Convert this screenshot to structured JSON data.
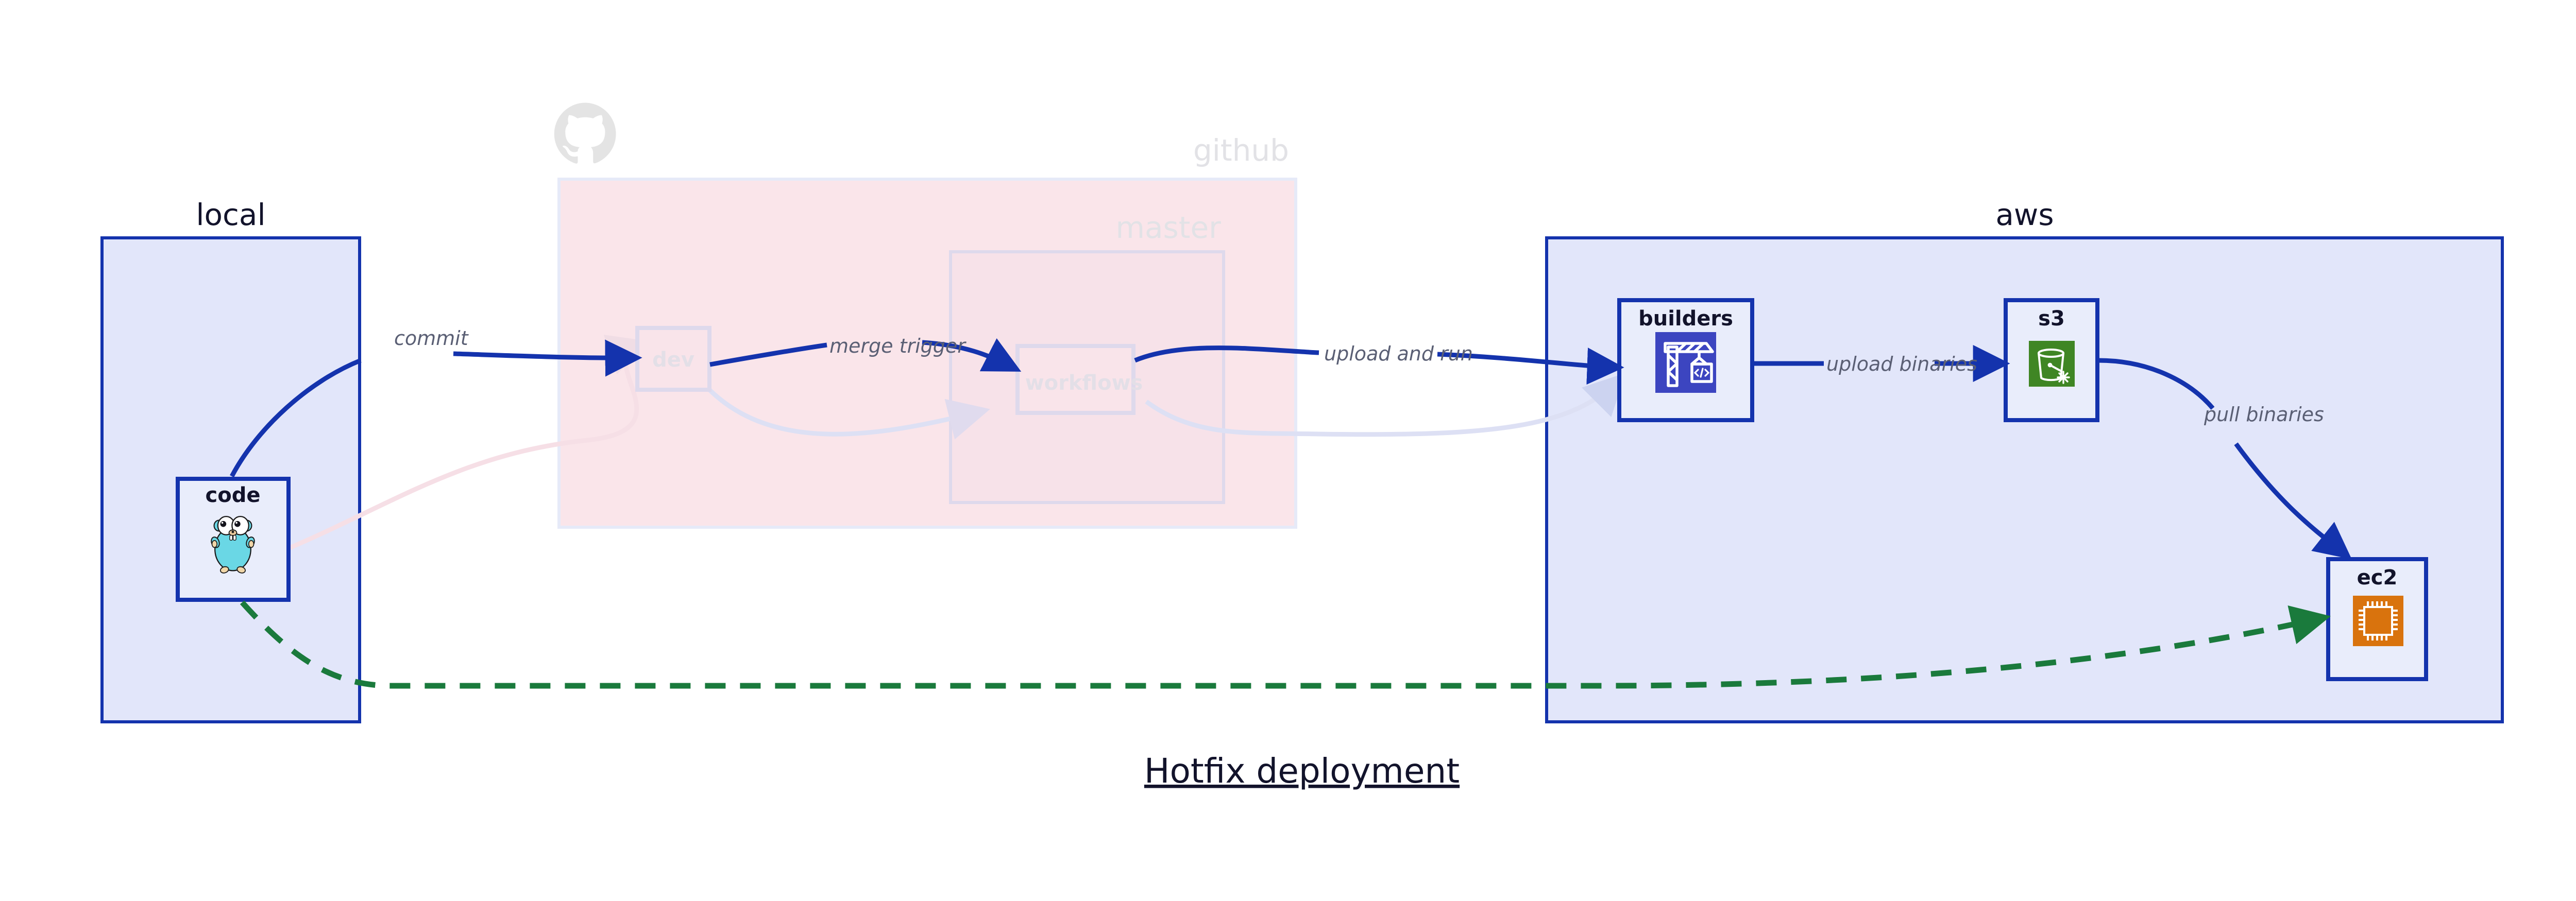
{
  "diagram": {
    "title": "Hotfix deployment",
    "type": "architecture-flow"
  },
  "clusters": [
    {
      "id": "local",
      "label": "local",
      "faded": false,
      "fill": "#e2e6fa",
      "stroke": "#1433ad"
    },
    {
      "id": "github",
      "label": "github",
      "faded": true,
      "fill": "#fae5ea",
      "stroke": "#e2e6fa"
    },
    {
      "id": "master",
      "label": "master",
      "faded": true,
      "fill": "#fae5ea",
      "stroke": "#ded9ec"
    },
    {
      "id": "aws",
      "label": "aws",
      "faded": false,
      "fill": "#e2e6fa",
      "stroke": "#1433ad"
    }
  ],
  "nodes": [
    {
      "id": "code",
      "label": "code",
      "icon": "go-gopher-icon",
      "faded": false,
      "cluster": "local"
    },
    {
      "id": "dev",
      "label": "dev",
      "icon": "none",
      "faded": true,
      "cluster": "github"
    },
    {
      "id": "workflows",
      "label": "workflows",
      "icon": "none",
      "faded": true,
      "cluster": "master"
    },
    {
      "id": "builders",
      "label": "builders",
      "icon": "aws-codebuild-icon",
      "faded": false,
      "cluster": "aws"
    },
    {
      "id": "s3",
      "label": "s3",
      "icon": "aws-s3-glacier-icon",
      "faded": false,
      "cluster": "aws"
    },
    {
      "id": "ec2",
      "label": "ec2",
      "icon": "aws-ec2-chip-icon",
      "faded": false,
      "cluster": "aws"
    }
  ],
  "edges": [
    {
      "id": "commit",
      "from": "code",
      "to": "dev",
      "label": "commit",
      "style": "solid",
      "color": "#1433ad"
    },
    {
      "id": "merge-trigger",
      "from": "dev",
      "to": "workflows",
      "label": "merge trigger",
      "style": "solid",
      "color": "#1433ad"
    },
    {
      "id": "upload-and-run",
      "from": "workflows",
      "to": "builders",
      "label": "upload and run",
      "style": "solid",
      "color": "#1433ad"
    },
    {
      "id": "upload-binaries",
      "from": "builders",
      "to": "s3",
      "label": "upload binaries",
      "style": "solid",
      "color": "#1433ad"
    },
    {
      "id": "pull-binaries",
      "from": "s3",
      "to": "ec2",
      "label": "pull binaries",
      "style": "solid",
      "color": "#1433ad"
    },
    {
      "id": "hotfix-direct",
      "from": "code",
      "to": "ec2",
      "label": "",
      "style": "dashed",
      "color": "#1a7a3c"
    },
    {
      "id": "faded-code-dev",
      "from": "code",
      "to": "dev",
      "label": "",
      "style": "faded-pink",
      "color": "#f6dfe6"
    },
    {
      "id": "faded-dev-wf",
      "from": "dev",
      "to": "workflows",
      "label": "",
      "style": "faded-pink",
      "color": "#e6dfee"
    },
    {
      "id": "faded-wf-build",
      "from": "workflows",
      "to": "builders",
      "label": "",
      "style": "faded-blue",
      "color": "#dde0f4"
    }
  ],
  "colors": {
    "background": "#ffffff",
    "accent_blue": "#1433ad",
    "local_fill": "#e2e6fa",
    "aws_fill": "#e2e6fa",
    "github_fill": "#fae5ea",
    "node_fill": "#e9edfb",
    "green_dashed": "#1a7a3c",
    "label_gray": "#5a5f74",
    "title_dark": "#12132b",
    "codebuild_blue": "#3c45c0",
    "s3_green": "#3f8624",
    "ec2_orange": "#d9730d",
    "gopher_cyan": "#69d3dd",
    "github_logo_gray": "#e4e4e4"
  }
}
